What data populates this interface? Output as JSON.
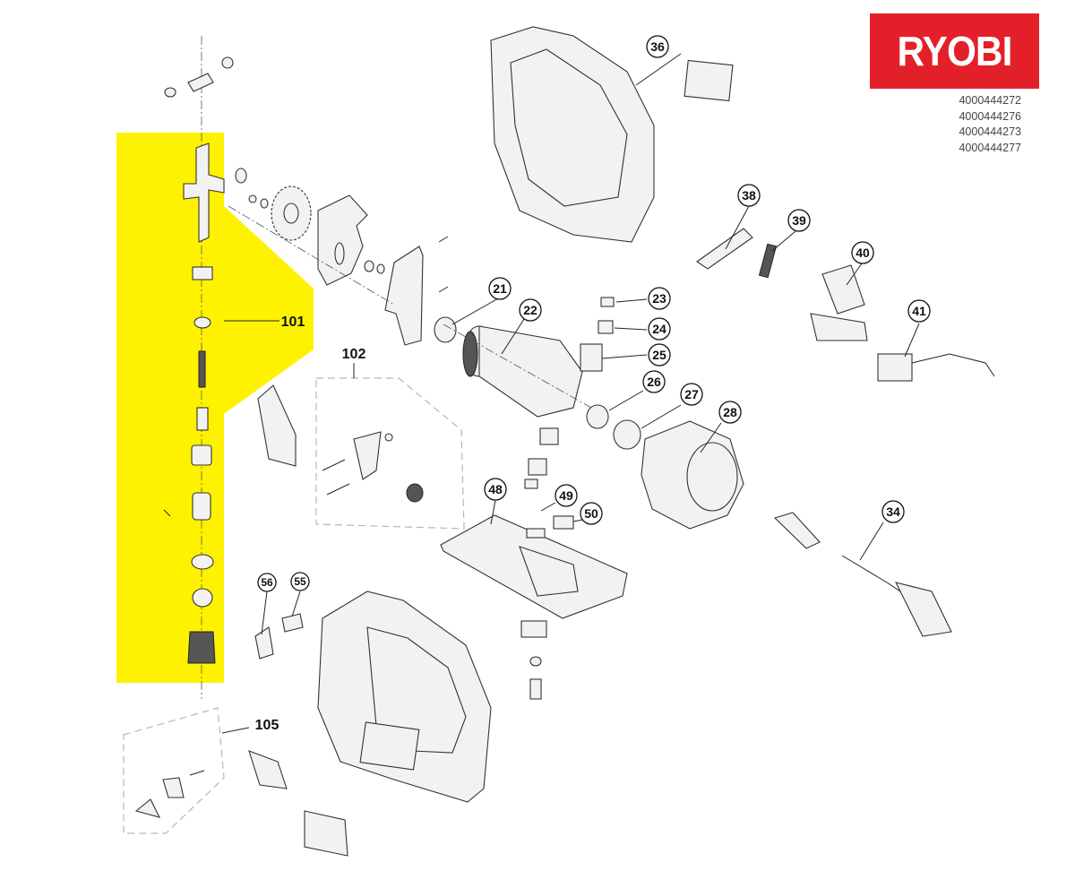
{
  "brand": {
    "name": "RYOBI",
    "color": "#e3202a"
  },
  "models": [
    "4000444272",
    "4000444276",
    "4000444273",
    "4000444277"
  ],
  "highlight_color": "#fff200",
  "groups": {
    "g101": "101",
    "g102": "102",
    "g105": "105"
  },
  "callouts": {
    "c21": "21",
    "c22": "22",
    "c23": "23",
    "c24": "24",
    "c25": "25",
    "c26": "26",
    "c27": "27",
    "c28": "28",
    "c34": "34",
    "c36": "36",
    "c38": "38",
    "c39": "39",
    "c40": "40",
    "c41": "41",
    "c48": "48",
    "c49": "49",
    "c50": "50",
    "c55": "55",
    "c56": "56"
  }
}
